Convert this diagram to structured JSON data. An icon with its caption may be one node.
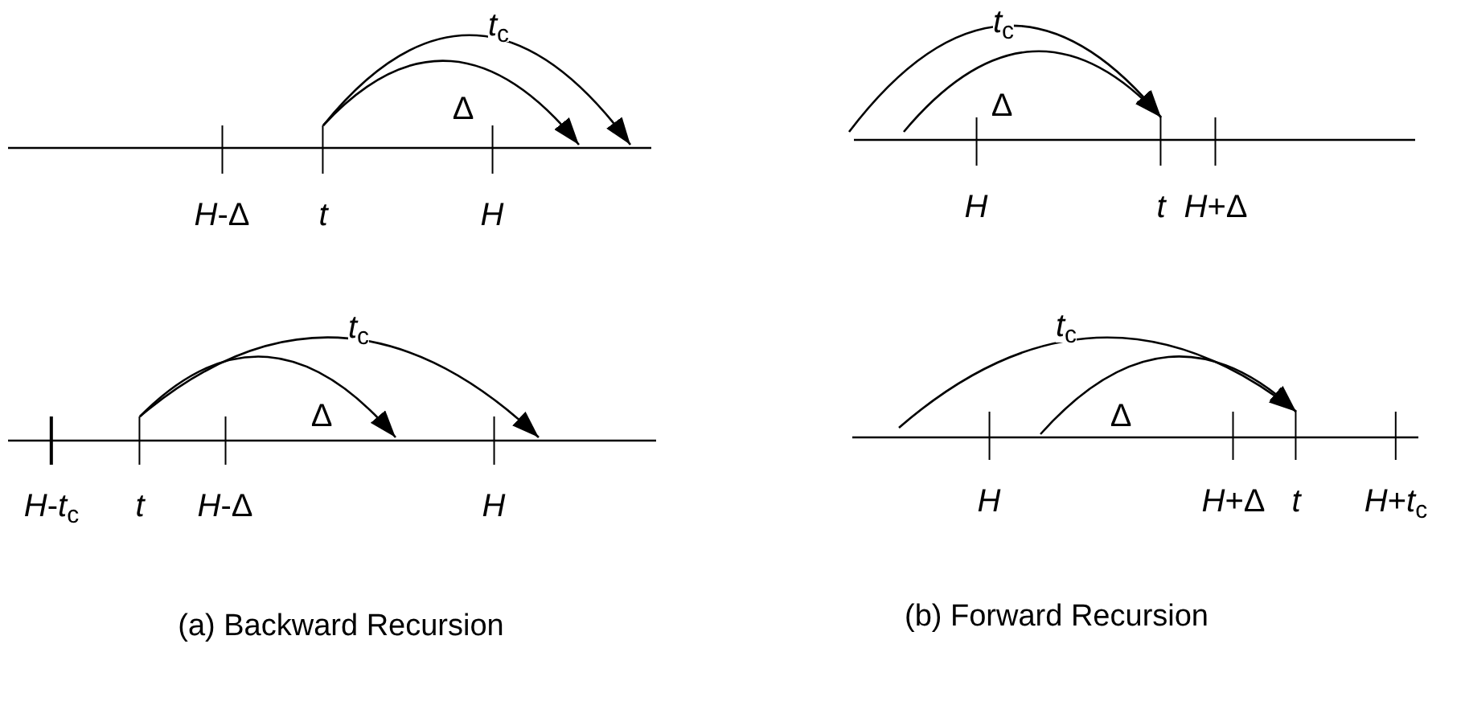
{
  "diagram": {
    "nodes": [
      {
        "text": [
          "*H*-Δ"
        ]
      },
      {
        "text": [
          "*t*"
        ]
      },
      {
        "text": [
          "*H*"
        ]
      },
      {
        "text": [
          "*H*"
        ]
      },
      {
        "text": [
          "*t*"
        ]
      },
      {
        "text": [
          "*H*+Δ"
        ]
      },
      {
        "text": [
          "*H*-*t*$_{c}$"
        ]
      },
      {
        "text": [
          "*t*"
        ]
      },
      {
        "text": [
          "*H*-Δ"
        ]
      },
      {
        "text": [
          "*H*"
        ]
      },
      {
        "text": [
          "*H*"
        ]
      },
      {
        "text": [
          "*H*+Δ"
        ]
      },
      {
        "text": [
          "*t*"
        ]
      },
      {
        "text": [
          "*H*+*t*$_{c}$"
        ]
      }
    ],
    "edges": [
      {
        "from": 1,
        "to": null,
        "arrow": "to",
        "label": "*t*$_{c}$"
      },
      {
        "from": 1,
        "to": null,
        "arrow": "to",
        "label": "Δ"
      },
      {
        "from": null,
        "to": 4,
        "arrow": "to",
        "label": "*t*$_{c}$"
      },
      {
        "from": null,
        "to": 4,
        "arrow": "to",
        "label": "Δ"
      },
      {
        "from": 7,
        "to": null,
        "arrow": "to",
        "label": "*t*$_{c}$"
      },
      {
        "from": 7,
        "to": null,
        "arrow": "to",
        "label": "Δ"
      },
      {
        "from": null,
        "to": 12,
        "arrow": "to",
        "label": "*t*$_{c}$"
      },
      {
        "from": null,
        "to": 12,
        "arrow": "to",
        "label": "Δ"
      }
    ],
    "labels": [
      "(a) Backward Recursion",
      "(b) Forward Recursion"
    ]
  }
}
